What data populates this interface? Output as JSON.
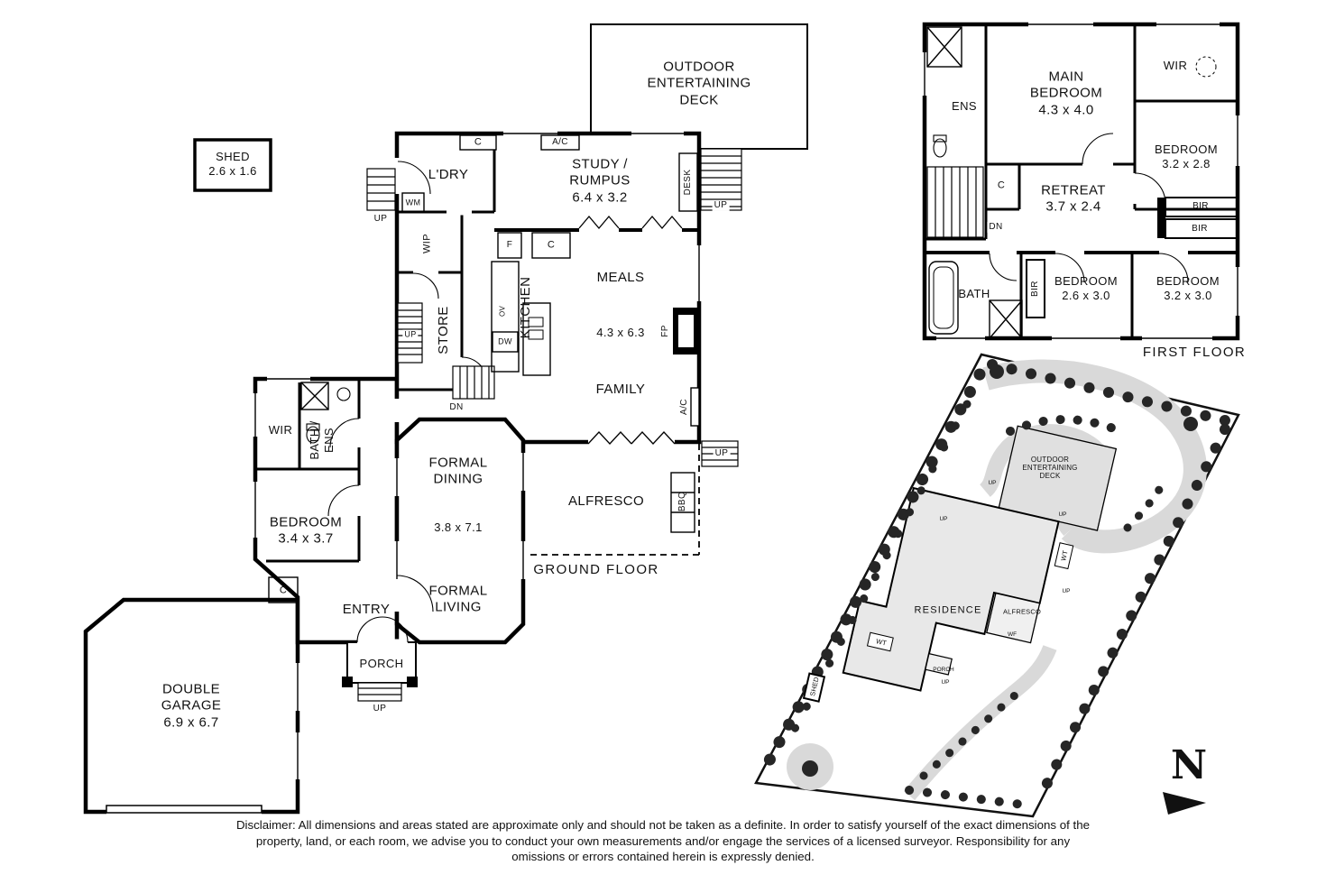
{
  "tokens": {
    "up": "UP",
    "dn": "DN",
    "c": "C",
    "ac": "A/C",
    "bir": "BIR",
    "wt": "WT",
    "wf": "WF",
    "wm": "WM",
    "wip": "WIP",
    "fridge": "F",
    "oven": "OV",
    "dishwasher": "DW",
    "fireplace": "FP",
    "bbq": "BBQ",
    "desk": "DESK",
    "wir": "WIR",
    "north": "N"
  },
  "ground": {
    "title": "GROUND FLOOR",
    "deck": "OUTDOOR\nENTERTAINING\nDECK",
    "shed": "SHED\n2.6 x 1.6",
    "laundry": "L'DRY",
    "study": "STUDY /\nRUMPUS\n6.4 x 3.2",
    "meals": "MEALS",
    "kitchen": "KITCHEN",
    "store": "STORE",
    "family_dims": "4.3 x 6.3",
    "family": "FAMILY",
    "bath_ens": "BATH /\nENS",
    "bedroom": "BEDROOM\n3.4 x 3.7",
    "formal_dining": "FORMAL\nDINING",
    "dining_dims": "3.8 x 7.1",
    "alfresco": "ALFRESCO",
    "entry": "ENTRY",
    "formal_living": "FORMAL\nLIVING",
    "porch": "PORCH",
    "garage": "DOUBLE\nGARAGE\n6.9 x 6.7"
  },
  "first": {
    "title": "FIRST FLOOR",
    "ens": "ENS",
    "main_bedroom": "MAIN\nBEDROOM\n4.3 x 4.0",
    "bedroom_1": "BEDROOM\n3.2 x 2.8",
    "retreat": "RETREAT\n3.7 x 2.4",
    "bath": "BATH",
    "bedroom_2": "BEDROOM\n2.6 x 3.0",
    "bedroom_3": "BEDROOM\n3.2 x 3.0"
  },
  "site": {
    "deck": "OUTDOOR\nENTERTAINING\nDECK",
    "residence": "RESIDENCE",
    "alfresco": "ALFRESCO",
    "porch": "PORCH",
    "shed": "SHED"
  },
  "disclaimer": "Disclaimer: All dimensions and areas stated are approximate only and should not be taken as a definite. In order to satisfy yourself of the exact dimensions of the property, land, or each room, we advise you to conduct your own measurements and/or engage the services of a licensed surveyor. Responsibility for any omissions or errors contained herein is expressly denied."
}
